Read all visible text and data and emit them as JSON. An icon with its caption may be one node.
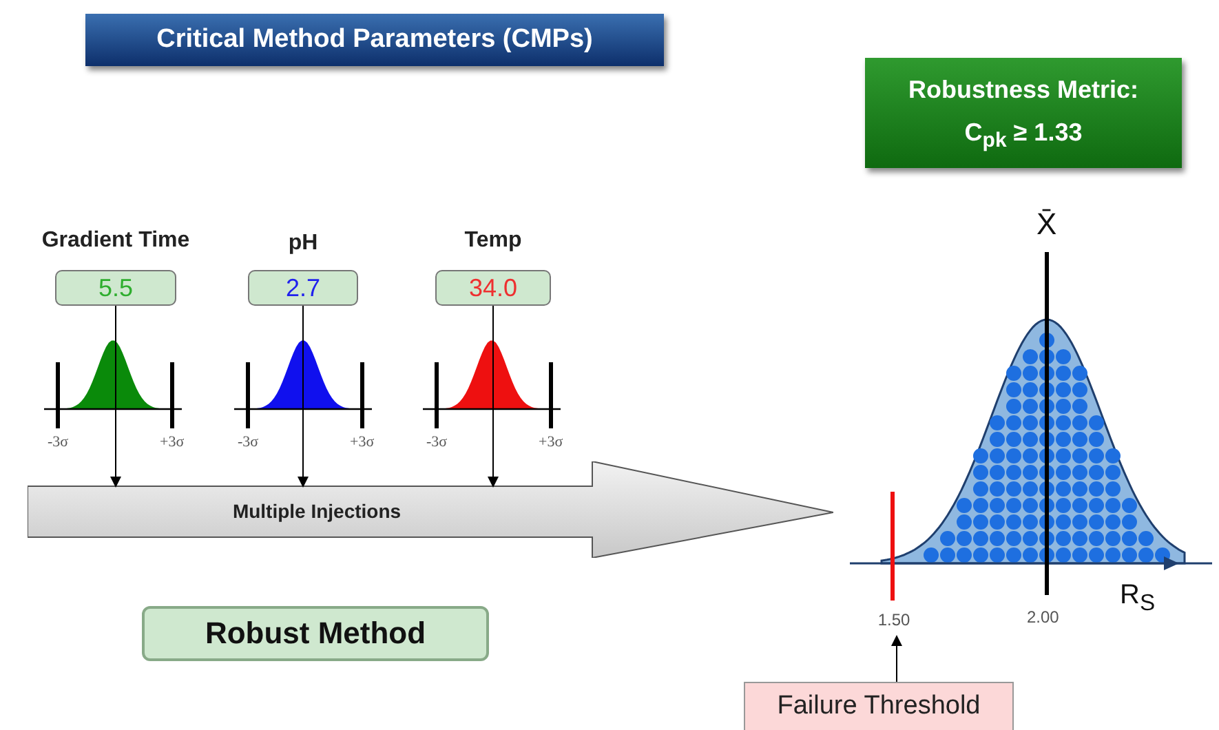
{
  "diagram": {
    "title": "Critical Method Parameters (CMPs)",
    "nodes": [
      {
        "text": [
          "Gradient Time",
          "5.5"
        ]
      },
      {
        "text": [
          "pH",
          "2.7"
        ]
      },
      {
        "text": [
          "Temp",
          "34.0"
        ]
      },
      {
        "text": [
          "Multiple Injections"
        ]
      },
      {
        "text": [
          "Robustness Metric:",
          "C$_{pk}$ ≥ 1.33"
        ]
      },
      {
        "text": [
          "Robust Method"
        ]
      },
      {
        "text": [
          "1.50"
        ]
      },
      {
        "text": [
          "Failure Threshold"
        ]
      }
    ],
    "edges": [
      {
        "from": 0,
        "to": 3,
        "arrow": "to"
      },
      {
        "from": 1,
        "to": 3,
        "arrow": "to"
      },
      {
        "from": 2,
        "to": 3,
        "arrow": "to"
      },
      {
        "from": 7,
        "to": 6,
        "arrow": "to"
      }
    ],
    "labels": [
      "-3σ",
      "+3σ",
      "-3σ",
      "+3σ",
      "-3σ",
      "+3σ",
      "X̄",
      "R$_{S}$",
      "2.00"
    ]
  }
}
